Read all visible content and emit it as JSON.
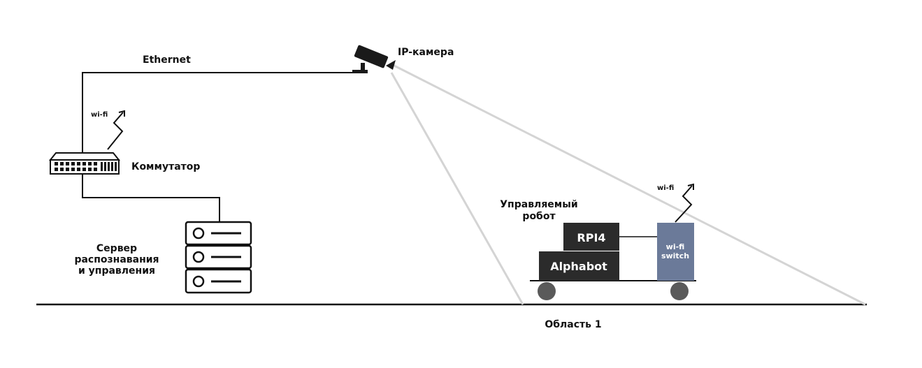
{
  "labels": {
    "ethernet": "Ethernet",
    "ip_camera": "IP-камера",
    "wifi_switch_router": "wi-fi",
    "switch": "Коммутатор",
    "server_line1": "Сервер",
    "server_line2": "распознавания",
    "server_line3": "и управления",
    "robot_line1": "Управляемый",
    "robot_line2": "робот",
    "rpi": "RPI4",
    "alphabot": "Alphabot",
    "wifi_robot": "wi-fi",
    "wifi_box_line1": "wi-fi",
    "wifi_box_line2": "switch",
    "area": "Область 1"
  },
  "icons": {
    "camera": "camera-icon",
    "switch": "network-switch-icon",
    "server": "server-rack-icon",
    "wifi_signal": "lightning-signal-icon"
  },
  "colors": {
    "line": "#111111",
    "fov": "#d4d4d4",
    "dark_box": "#2b2b2b",
    "wifi_box": "#6b7a99",
    "wheel": "#5a5a5a"
  }
}
